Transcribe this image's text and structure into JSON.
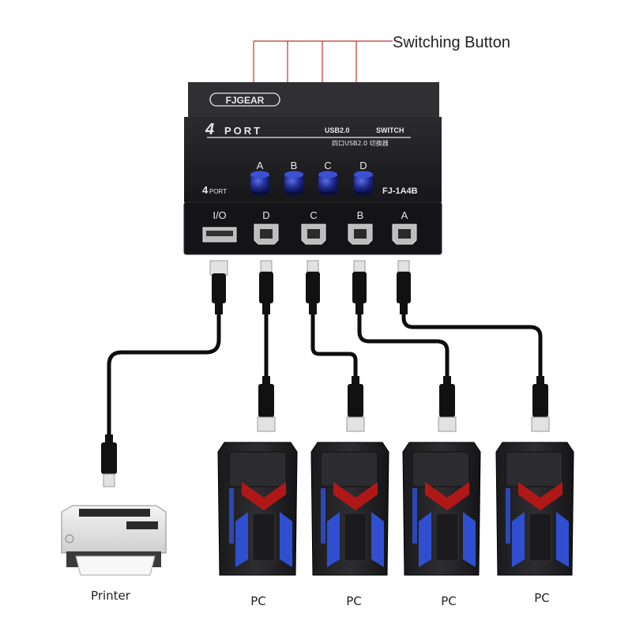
{
  "callout": {
    "label": "Switching Button",
    "line_color": "#c0392b"
  },
  "switch": {
    "brand": "FJGEAR",
    "port_count": "4",
    "port_word": "PORT",
    "usb_label": "USB2.0",
    "switch_label": "SWITCH",
    "chinese_label": "四口USB2.0 切换器",
    "side_count": "4",
    "side_word": "PORT",
    "model": "FJ-1A4B",
    "buttons": [
      "A",
      "B",
      "C",
      "D"
    ],
    "ports": [
      "I/O",
      "D",
      "C",
      "B",
      "A"
    ],
    "body_color": "#1f1f22",
    "button_color": "#1e2a8c"
  },
  "devices": {
    "printer": {
      "label": "Printer"
    },
    "pcs": [
      {
        "label": "PC"
      },
      {
        "label": "PC"
      },
      {
        "label": "PC"
      },
      {
        "label": "PC"
      }
    ]
  },
  "colors": {
    "cable": "#0d0d0d",
    "accent_blue": "#2f4fd0",
    "accent_red": "#b01818"
  }
}
